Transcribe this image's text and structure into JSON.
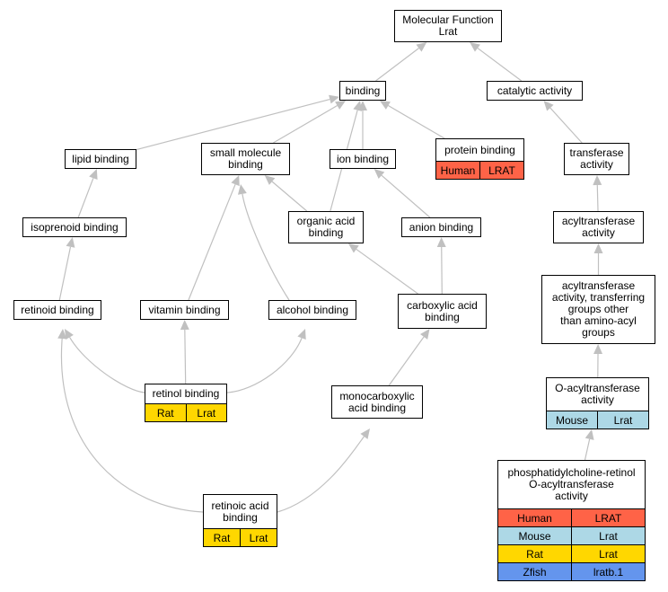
{
  "colors": {
    "edge": "#c0c0c0",
    "Human": "#ff6347",
    "Mouse": "#add8e6",
    "Rat": "#ffd700",
    "Zfish": "#6495ed"
  },
  "nodes": {
    "mf": {
      "label": "Molecular Function\nLrat"
    },
    "binding": {
      "label": "binding"
    },
    "catalytic": {
      "label": "catalytic activity"
    },
    "lipid": {
      "label": "lipid binding"
    },
    "smallmol": {
      "label": "small molecule\nbinding"
    },
    "ion": {
      "label": "ion binding"
    },
    "protein": {
      "label": "protein binding",
      "annotations": [
        {
          "species": "Human",
          "gene": "LRAT"
        }
      ]
    },
    "transferase": {
      "label": "transferase\nactivity"
    },
    "isoprenoid": {
      "label": "isoprenoid binding"
    },
    "organicacid": {
      "label": "organic acid\nbinding"
    },
    "anion": {
      "label": "anion binding"
    },
    "acyltransferase": {
      "label": "acyltransferase\nactivity"
    },
    "acylother": {
      "label": "acyltransferase\nactivity, transferring\ngroups other\nthan amino-acyl\ngroups"
    },
    "retinoid": {
      "label": "retinoid binding"
    },
    "vitamin": {
      "label": "vitamin binding"
    },
    "alcohol": {
      "label": "alcohol binding"
    },
    "carboxylic": {
      "label": "carboxylic acid\nbinding"
    },
    "oacyl": {
      "label": "O-acyltransferase\nactivity",
      "annotations": [
        {
          "species": "Mouse",
          "gene": "Lrat"
        }
      ]
    },
    "retinol": {
      "label": "retinol binding",
      "annotations": [
        {
          "species": "Rat",
          "gene": "Lrat"
        }
      ]
    },
    "monocarboxylic": {
      "label": "monocarboxylic\nacid binding"
    },
    "pcretinol": {
      "label": "phosphatidylcholine-retinol\nO-acyltransferase\nactivity",
      "annotations": [
        {
          "species": "Human",
          "gene": "LRAT"
        },
        {
          "species": "Mouse",
          "gene": "Lrat"
        },
        {
          "species": "Rat",
          "gene": "Lrat"
        },
        {
          "species": "Zfish",
          "gene": "lratb.1"
        }
      ]
    },
    "retinoic": {
      "label": "retinoic acid\nbinding",
      "annotations": [
        {
          "species": "Rat",
          "gene": "Lrat"
        }
      ]
    }
  },
  "edges": [
    [
      "binding",
      "mf"
    ],
    [
      "catalytic",
      "mf"
    ],
    [
      "lipid",
      "binding"
    ],
    [
      "smallmol",
      "binding"
    ],
    [
      "organicacid",
      "binding"
    ],
    [
      "ion",
      "binding"
    ],
    [
      "protein",
      "binding"
    ],
    [
      "transferase",
      "catalytic"
    ],
    [
      "isoprenoid",
      "lipid"
    ],
    [
      "retinoid",
      "isoprenoid"
    ],
    [
      "vitamin",
      "smallmol"
    ],
    [
      "alcohol",
      "smallmol"
    ],
    [
      "organicacid",
      "smallmol"
    ],
    [
      "anion",
      "ion"
    ],
    [
      "carboxylic",
      "organicacid"
    ],
    [
      "carboxylic",
      "anion"
    ],
    [
      "acyltransferase",
      "transferase"
    ],
    [
      "acylother",
      "acyltransferase"
    ],
    [
      "oacyl",
      "acylother"
    ],
    [
      "pcretinol",
      "oacyl"
    ],
    [
      "retinol",
      "retinoid"
    ],
    [
      "retinol",
      "vitamin"
    ],
    [
      "retinol",
      "alcohol"
    ],
    [
      "monocarboxylic",
      "carboxylic"
    ],
    [
      "retinoic",
      "retinoid"
    ],
    [
      "retinoic",
      "monocarboxylic"
    ]
  ]
}
